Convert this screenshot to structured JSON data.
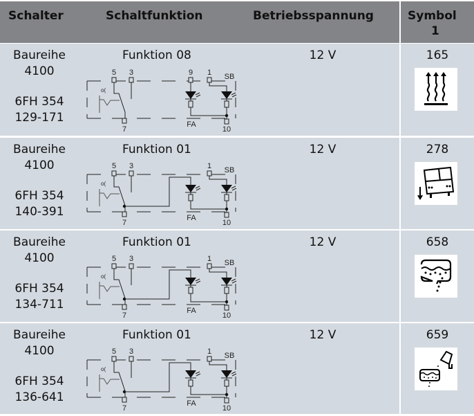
{
  "header": {
    "schalter": "Schalter",
    "schaltfunktion": "Schaltfunktion",
    "betriebsspannung": "Betriebsspannung",
    "symbol_line1": "Symbol",
    "symbol_line2": "1"
  },
  "diagram_labels": {
    "pin5": "5",
    "pin3": "3",
    "pin9": "9",
    "pin1": "1",
    "pin7": "7",
    "pin10": "10",
    "sb": "SB",
    "fa": "FA",
    "actuator": "o("
  },
  "rows": [
    {
      "series": "Baureihe",
      "series_no": "4100",
      "part1": "6FH 354",
      "part2": "129-171",
      "function": "Funktion 08",
      "diagram_type": "08",
      "voltage": "12 V",
      "symbol": "165",
      "symbol_icon": "heat-icon"
    },
    {
      "series": "Baureihe",
      "series_no": "4100",
      "part1": "6FH 354",
      "part2": "140-391",
      "function": "Funktion 01",
      "diagram_type": "01",
      "voltage": "12 V",
      "symbol": "278",
      "symbol_icon": "bus-lowering-icon"
    },
    {
      "series": "Baureihe",
      "series_no": "4100",
      "part1": "6FH 354",
      "part2": "134-711",
      "function": "Funktion 01",
      "diagram_type": "01",
      "voltage": "12 V",
      "symbol": "658",
      "symbol_icon": "tank-drain-icon"
    },
    {
      "series": "Baureihe",
      "series_no": "4100",
      "part1": "6FH 354",
      "part2": "136-641",
      "function": "Funktion 01",
      "diagram_type": "01",
      "voltage": "12 V",
      "symbol": "659",
      "symbol_icon": "tank-fill-icon"
    }
  ]
}
